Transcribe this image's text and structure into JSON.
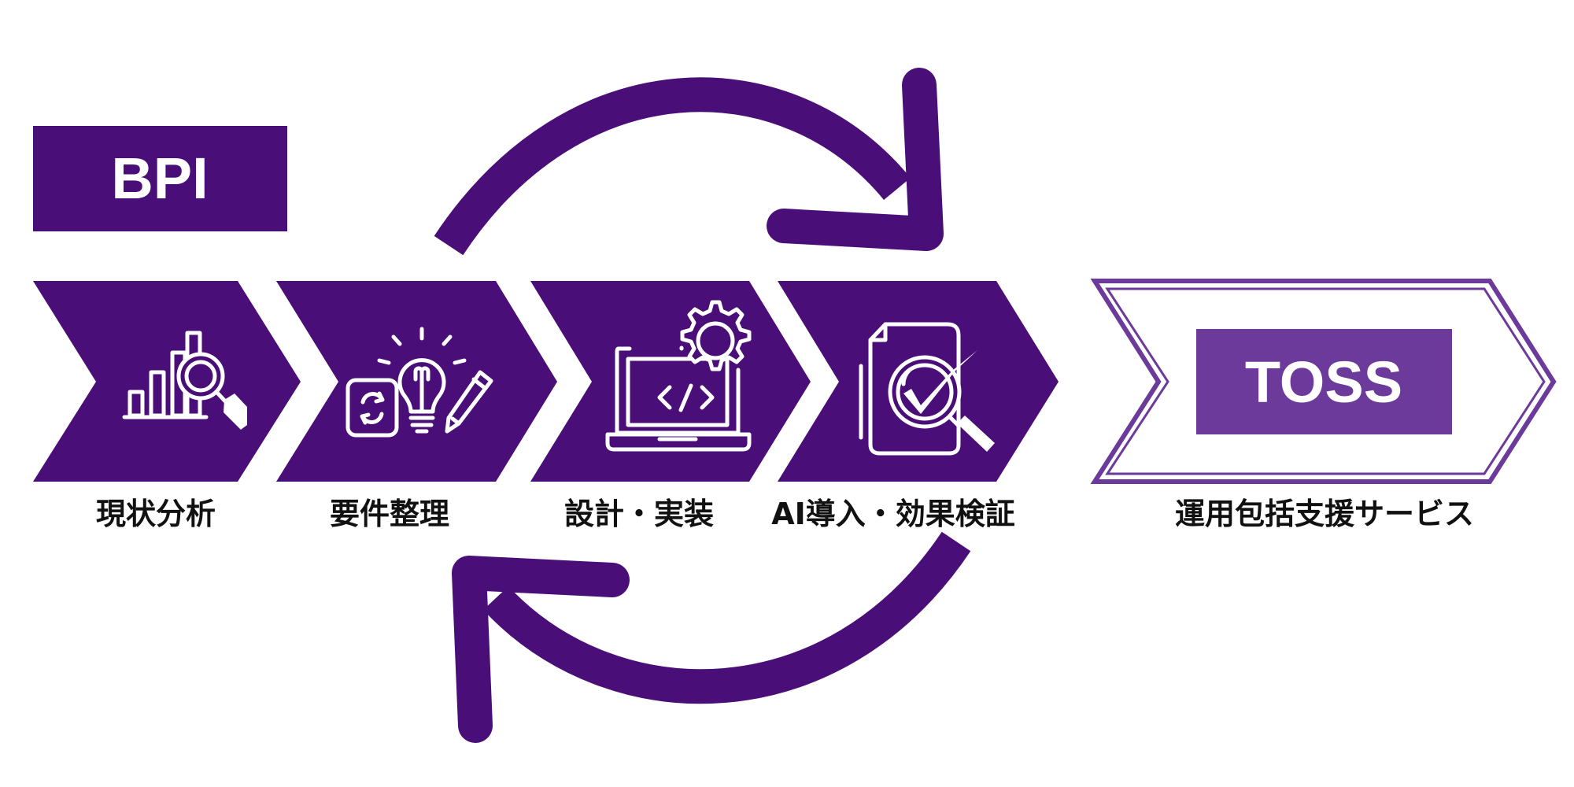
{
  "bpi_label": "BPI",
  "toss_label": "TOSS",
  "steps": [
    {
      "label": "現状分析",
      "icon": "bar-chart-magnifier-icon"
    },
    {
      "label": "要件整理",
      "icon": "lightbulb-pencil-icon"
    },
    {
      "label": "設計・実装",
      "icon": "laptop-code-gear-icon"
    },
    {
      "label": "AI導入・効果検証",
      "icon": "document-check-magnifier-icon"
    }
  ],
  "toss_caption": "運用包括支援サービス",
  "colors": {
    "primary": "#4A0E78",
    "secondary": "#6C3A9A",
    "text": "#111111",
    "icon_stroke": "#FFFFFF"
  }
}
